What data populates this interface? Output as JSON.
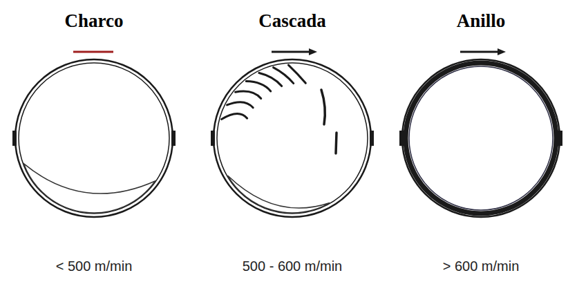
{
  "diagram": {
    "nodes": [
      {
        "text": [
          "Charco",
          "< 500 m/min"
        ]
      },
      {
        "text": [
          "Cascada",
          "500 - 600 m/min"
        ]
      },
      {
        "text": [
          "Anillo",
          "> 600 m/min"
        ]
      }
    ]
  }
}
